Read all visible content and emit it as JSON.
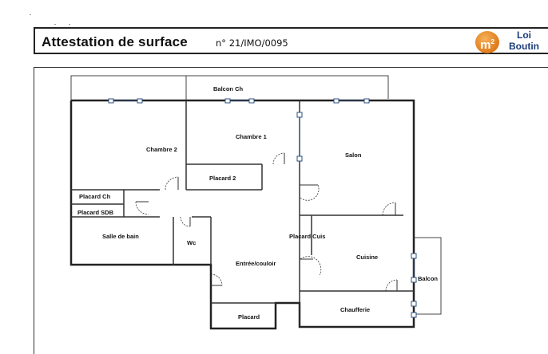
{
  "header": {
    "title": "Attestation de surface",
    "reference": "n° 21/IMO/0095"
  },
  "logo": {
    "badge": "m²",
    "line1": "Loi",
    "line2": "Boutin",
    "badge_color": "#e98b2a",
    "text_color": "#1b3b7a"
  },
  "plan": {
    "rooms": {
      "balcon_ch": "Balcon Ch",
      "chambre2": "Chambre 2",
      "chambre1": "Chambre 1",
      "salon": "Salon",
      "placard2": "Placard 2",
      "placard_ch": "Placard Ch",
      "placard_sdb": "Placard SDB",
      "salle_de_bain": "Salle de bain",
      "wc": "Wc",
      "placard_cuis": "Placard Cuis",
      "entree": "Entrée/couloir",
      "cuisine": "Cuisine",
      "balcon": "Balcon",
      "chaufferie": "Chaufferie",
      "placard": "Placard"
    }
  }
}
